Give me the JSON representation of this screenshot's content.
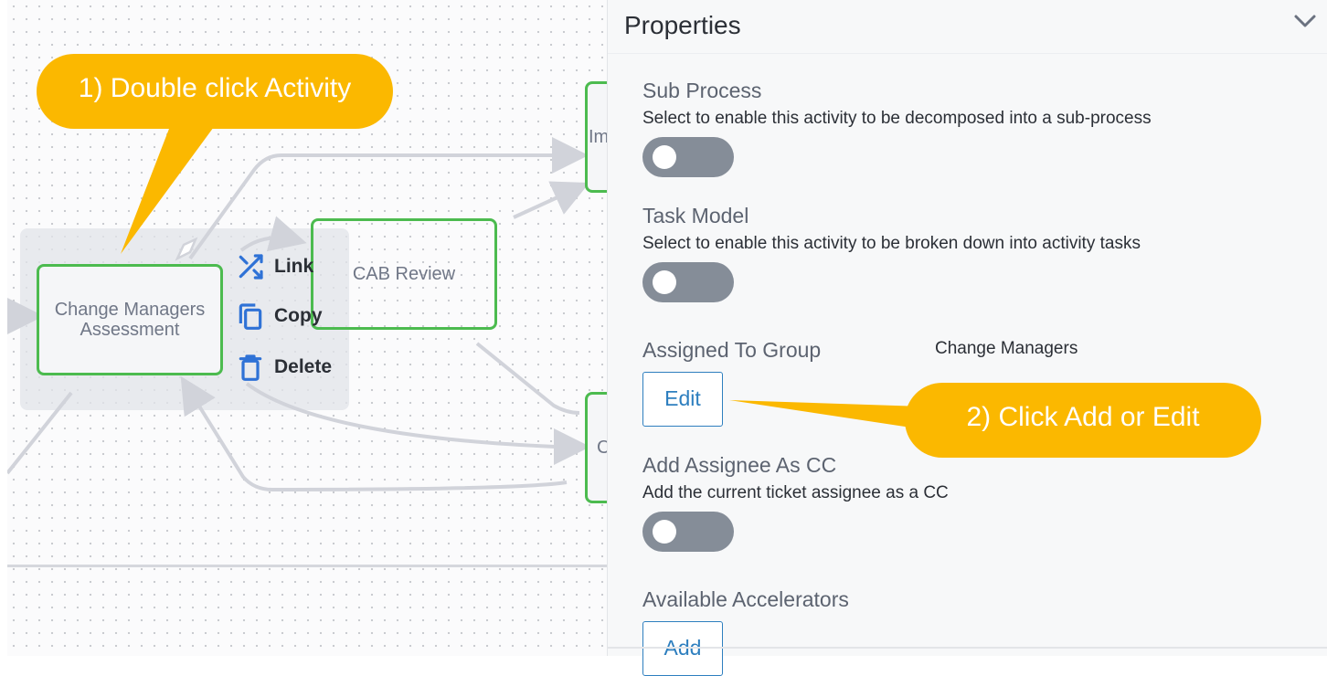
{
  "canvas": {
    "nodes": {
      "assessment_label": "Change Managers Assessment",
      "cab_label": "CAB Review",
      "right_top_label": "Im",
      "right_bottom_label": "C"
    },
    "context_menu": {
      "link_label": "Link",
      "copy_label": "Copy",
      "delete_label": "Delete",
      "icon_color": "#2f72d6"
    },
    "node_border_color": "#4cbb4f"
  },
  "callouts": {
    "step1": "1) Double click Activity",
    "step2": "2) Click Add or Edit",
    "color": "#fbb800"
  },
  "panel": {
    "title": "Properties",
    "sub_process": {
      "label": "Sub Process",
      "description": "Select to enable this activity to be decomposed into a sub-process",
      "enabled": false
    },
    "task_model": {
      "label": "Task Model",
      "description": "Select to enable this activity to be broken down into activity tasks",
      "enabled": false
    },
    "assigned_group": {
      "label": "Assigned To Group",
      "value": "Change Managers",
      "edit_label": "Edit"
    },
    "assignee_cc": {
      "label": "Add Assignee As CC",
      "description": "Add the current ticket assignee as a CC",
      "enabled": false
    },
    "accelerators": {
      "label": "Available Accelerators",
      "add_label": "Add"
    }
  }
}
